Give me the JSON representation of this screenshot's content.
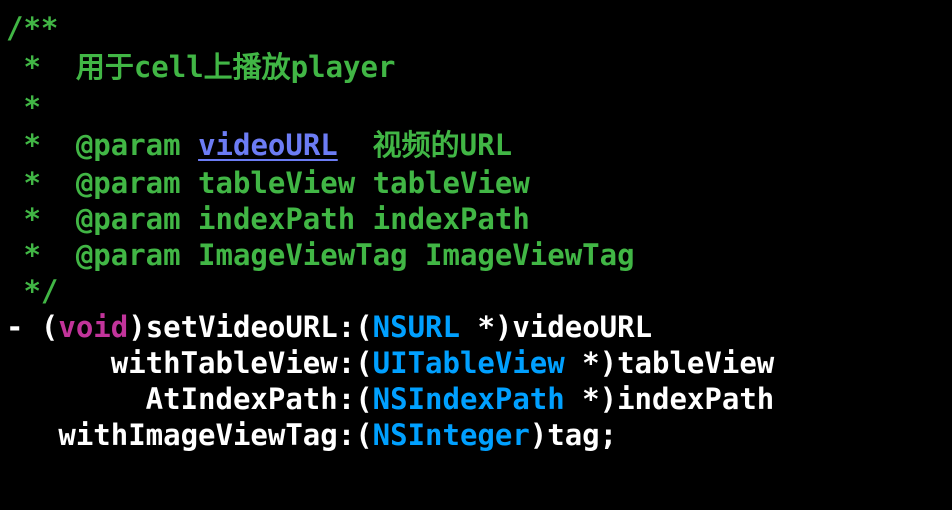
{
  "colors": {
    "background": "#000000",
    "comment": "#41b645",
    "doc_link": "#6c7cf4",
    "keyword": "#c2349b",
    "type": "#00a0ff",
    "plain": "#ffffff"
  },
  "comment": {
    "open": "/**",
    "summary": " *  用于cell上播放player",
    "blank": " *",
    "param1_prefix": " *  @param ",
    "param1_name": "videoURL",
    "param1_desc": "  视频的URL",
    "param2": " *  @param tableView tableView",
    "param3": " *  @param indexPath indexPath",
    "param4": " *  @param ImageViewTag ImageViewTag",
    "close": " */"
  },
  "signature": {
    "line1_dash": "- (",
    "line1_return_type": "void",
    "line1_selector": ")setVideoURL:(",
    "line1_param_type": "NSURL",
    "line1_rest": " *)videoURL",
    "line2_selector": "      withTableView:(",
    "line2_param_type": "UITableView",
    "line2_rest": " *)tableView",
    "line3_selector": "        AtIndexPath:(",
    "line3_param_type": "NSIndexPath",
    "line3_rest": " *)indexPath",
    "line4_selector": "   withImageViewTag:(",
    "line4_param_type": "NSInteger",
    "line4_rest": ")tag;"
  }
}
